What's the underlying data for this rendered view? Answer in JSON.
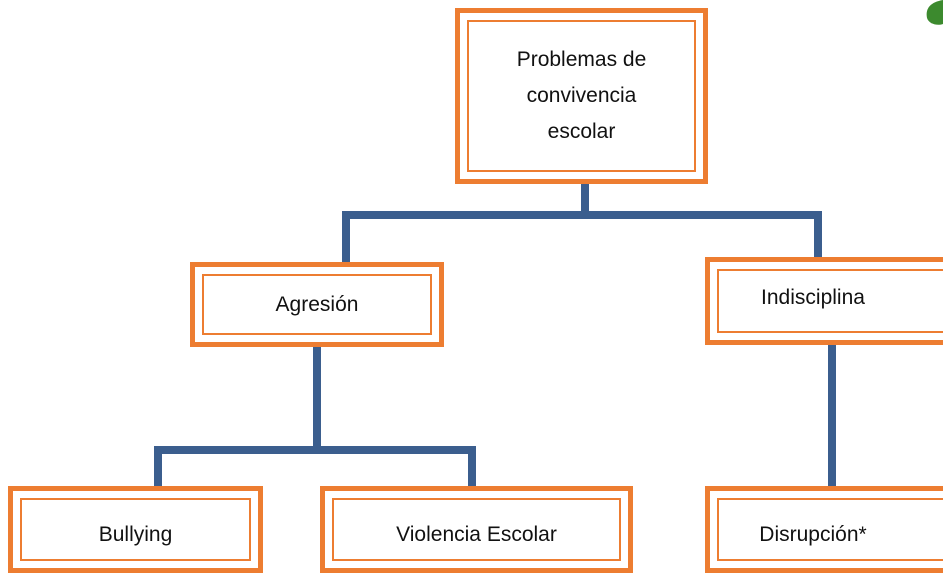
{
  "colors": {
    "box_border": "#ED7D31",
    "connector": "#3B5E8E",
    "decoration": "#3C8A2E"
  },
  "nodes": {
    "root": {
      "label": "Problemas de\nconvivencia\nescolar"
    },
    "agresion": {
      "label": "Agresión"
    },
    "indisciplina": {
      "label": "Indisciplina"
    },
    "bullying": {
      "label": "Bullying"
    },
    "violencia": {
      "label": "Violencia Escolar"
    },
    "disrupcion": {
      "label": "Disrupción*"
    }
  },
  "edges": [
    [
      "root",
      "agresion"
    ],
    [
      "root",
      "indisciplina"
    ],
    [
      "agresion",
      "bullying"
    ],
    [
      "agresion",
      "violencia"
    ],
    [
      "indisciplina",
      "disrupcion"
    ]
  ]
}
